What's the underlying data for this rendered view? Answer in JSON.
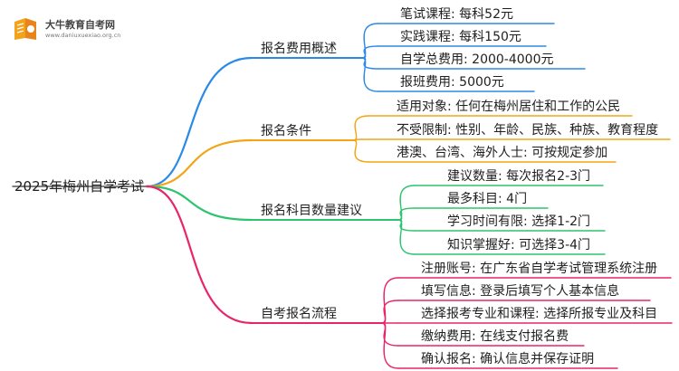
{
  "logo": {
    "title": "大牛教育自考网",
    "url": "www.daniuxuexiao.org.cn"
  },
  "root": "2025年梅州自学考试",
  "colors": {
    "branch1": "#2b8ae6",
    "branch2": "#f2a515",
    "branch3": "#2ec46f",
    "branch4": "#e8256b"
  },
  "branches": [
    {
      "label": "报名费用概述",
      "leaves": [
        "笔试课程: 每科52元",
        "实践课程: 每科150元",
        "自学总费用: 2000-4000元",
        "报班费用: 5000元"
      ]
    },
    {
      "label": "报名条件",
      "leaves": [
        "适用对象: 任何在梅州居住和工作的公民",
        "不受限制: 性别、年龄、民族、种族、教育程度",
        "港澳、台湾、海外人士: 可按规定参加"
      ]
    },
    {
      "label": "报名科目数量建议",
      "leaves": [
        "建议数量: 每次报名2-3门",
        "最多科目: 4门",
        "学习时间有限: 选择1-2门",
        "知识掌握好: 可选择3-4门"
      ]
    },
    {
      "label": "自考报名流程",
      "leaves": [
        "注册账号: 在广东省自学考试管理系统注册",
        "填写信息: 登录后填写个人基本信息",
        "选择报考专业和课程: 选择所报专业及科目",
        "缴纳费用: 在线支付报名费",
        "确认报名: 确认信息并保存证明"
      ]
    }
  ]
}
